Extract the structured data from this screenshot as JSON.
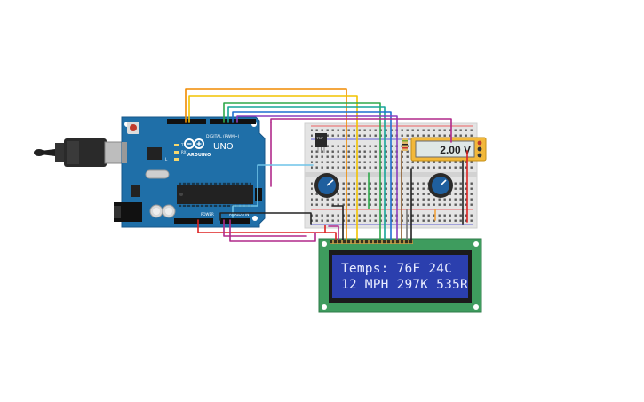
{
  "board": {
    "brand": "ARDUINO",
    "model": "UNO",
    "digital_label": "DIGITAL (PWM~)",
    "power_label": "POWER",
    "analog_label": "ANALOG IN",
    "tx_label": "TX",
    "rx_label": "RX",
    "l_label": "L"
  },
  "sensor": {
    "label": "TMP"
  },
  "multimeter": {
    "reading": "2.00 V"
  },
  "lcd": {
    "line1": "Temps: 76F 24C",
    "line2": "12 MPH 297K 535R"
  },
  "colors": {
    "board": "#1f6fa8",
    "breadboard": "#e4e4e4",
    "lcd_pcb": "#3e9c5e",
    "lcd_screen": "#2b3fae",
    "multimeter": "#f2b83a"
  }
}
